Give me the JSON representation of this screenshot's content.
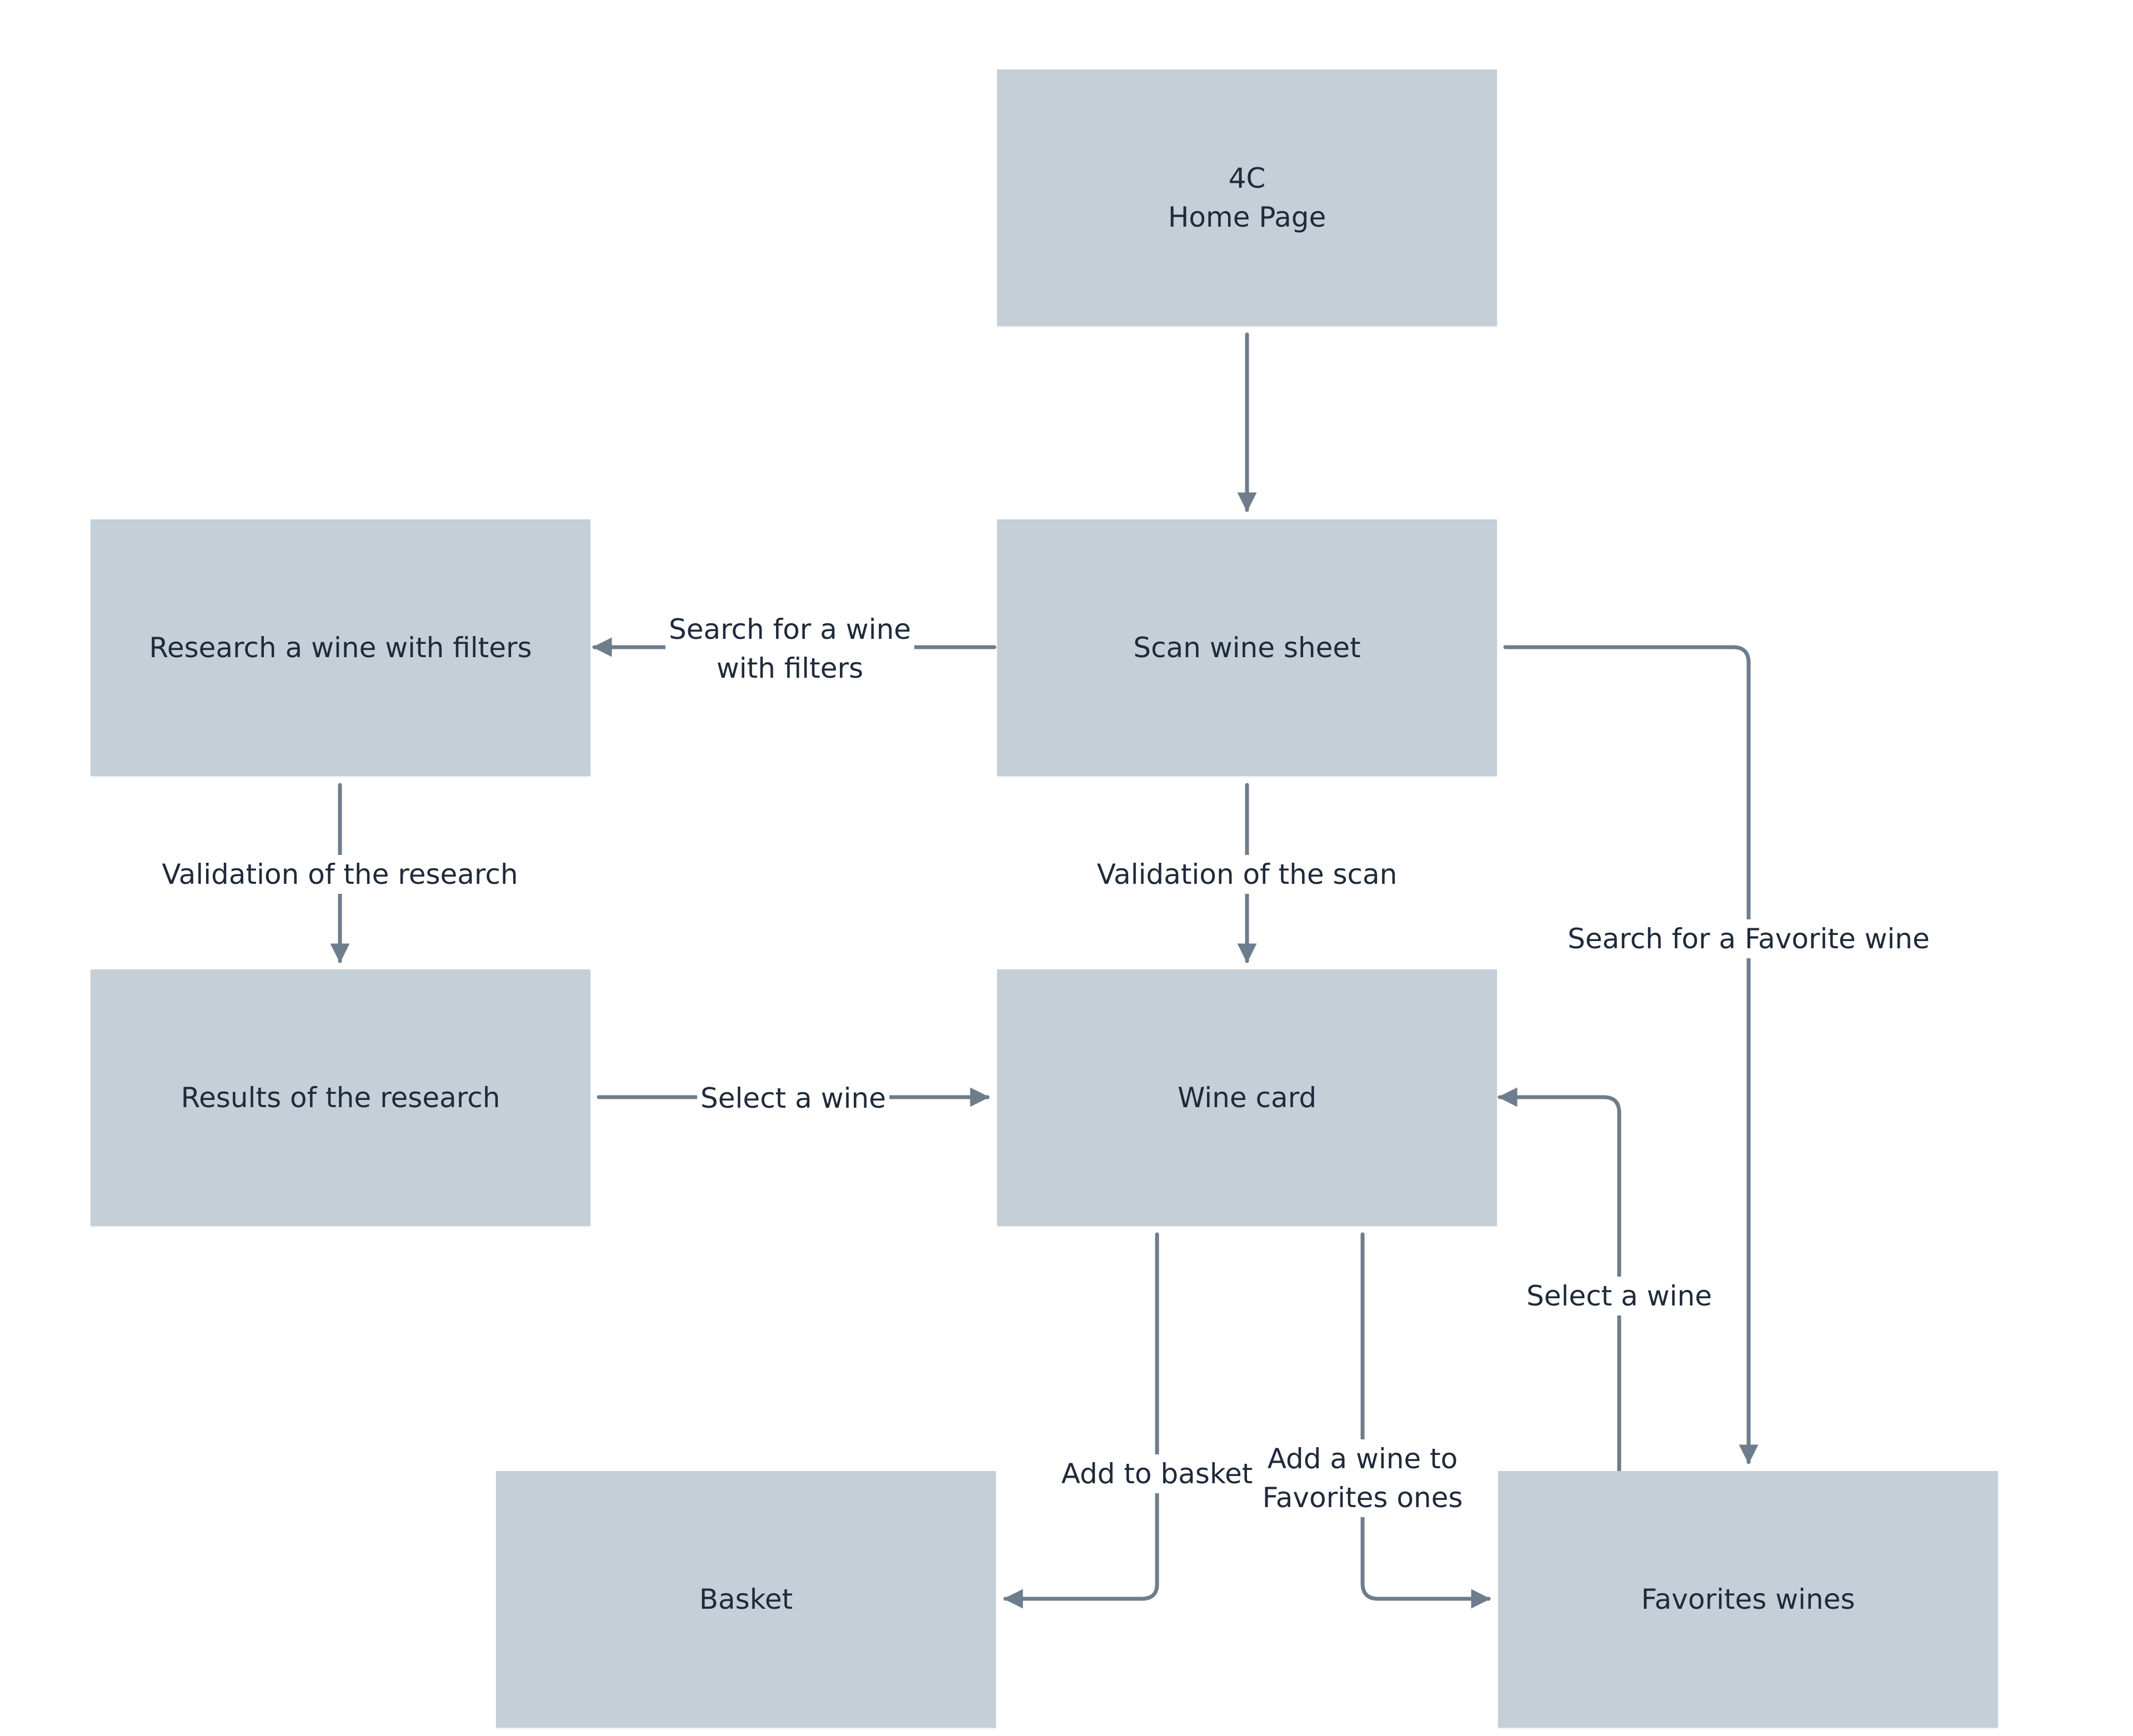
{
  "colors": {
    "node_fill": "#c4cfd8",
    "edge": "#6e7d8b",
    "text": "#1f2a3a",
    "background": "#ffffff"
  },
  "nodes": {
    "home": "4C\nHome Page",
    "scan": "Scan wine sheet",
    "research": "Research a wine with filters",
    "results": "Results of the research",
    "winecard": "Wine card",
    "basket": "Basket",
    "favorites": "Favorites wines"
  },
  "edges": {
    "search_filters": "Search for a wine\nwith filters",
    "validation_research": "Validation of the research",
    "validation_scan": "Validation of the scan",
    "search_favorite": "Search for a Favorite wine",
    "select_wine_results": "Select a wine",
    "select_wine_favorites": "Select a wine",
    "add_basket": "Add to basket",
    "add_favorites": "Add a wine to\nFavorites ones"
  }
}
